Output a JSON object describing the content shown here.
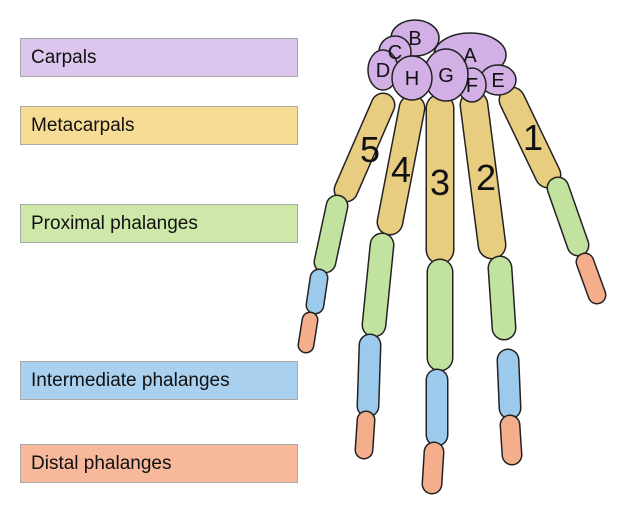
{
  "legend": [
    {
      "label": "Carpals",
      "color": "#dcc6ee"
    },
    {
      "label": "Metacarpals",
      "color": "#f7dc95"
    },
    {
      "label": "Proximal phalanges",
      "color": "#cde8a8"
    },
    {
      "label": "Intermediate phalanges",
      "color": "#a9d0ee"
    },
    {
      "label": "Distal phalanges",
      "color": "#f7b89b"
    }
  ],
  "bone_colors": {
    "carpal": "#d2b0e6",
    "metacarpal": "#e8cc80",
    "proximal": "#c2e2a0",
    "intermediate": "#9ccaec",
    "distal": "#f5ae8c"
  },
  "carpal_letters": [
    "A",
    "B",
    "C",
    "D",
    "E",
    "F",
    "G",
    "H"
  ],
  "finger_numbers": [
    "1",
    "2",
    "3",
    "4",
    "5"
  ]
}
